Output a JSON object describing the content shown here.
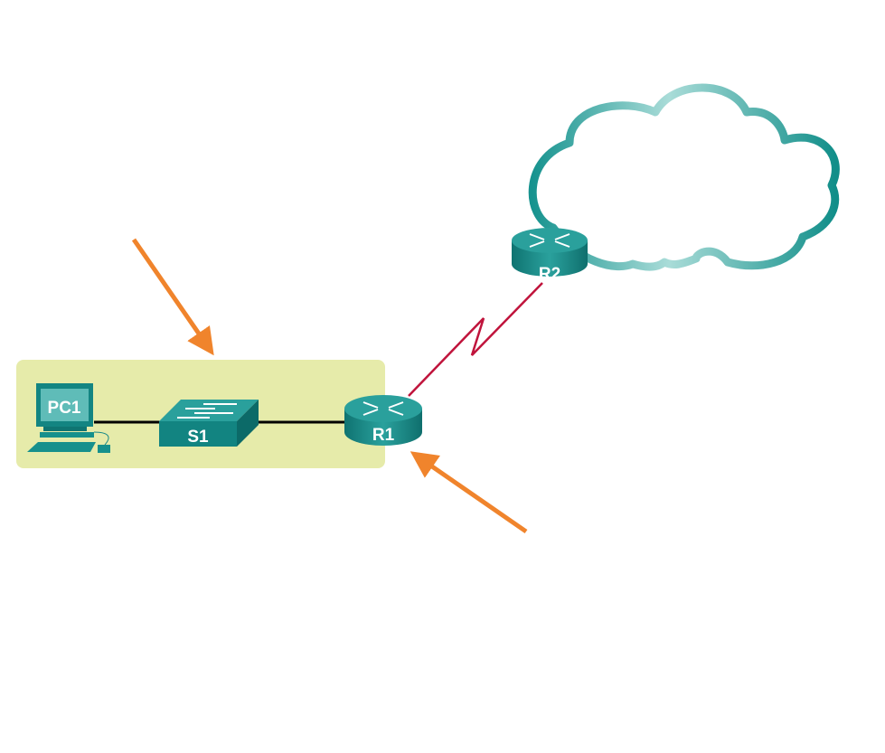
{
  "devices": {
    "pc1": {
      "label": "PC1"
    },
    "s1": {
      "label": "S1"
    },
    "r1": {
      "label": "R1"
    },
    "r2": {
      "label": "R2"
    }
  },
  "colors": {
    "device_teal": "#1a8a88",
    "lan_highlight": "#e6ebaa",
    "serial_link": "#c0143c",
    "arrow": "#f0842c",
    "cloud": "#2a9f9a"
  }
}
